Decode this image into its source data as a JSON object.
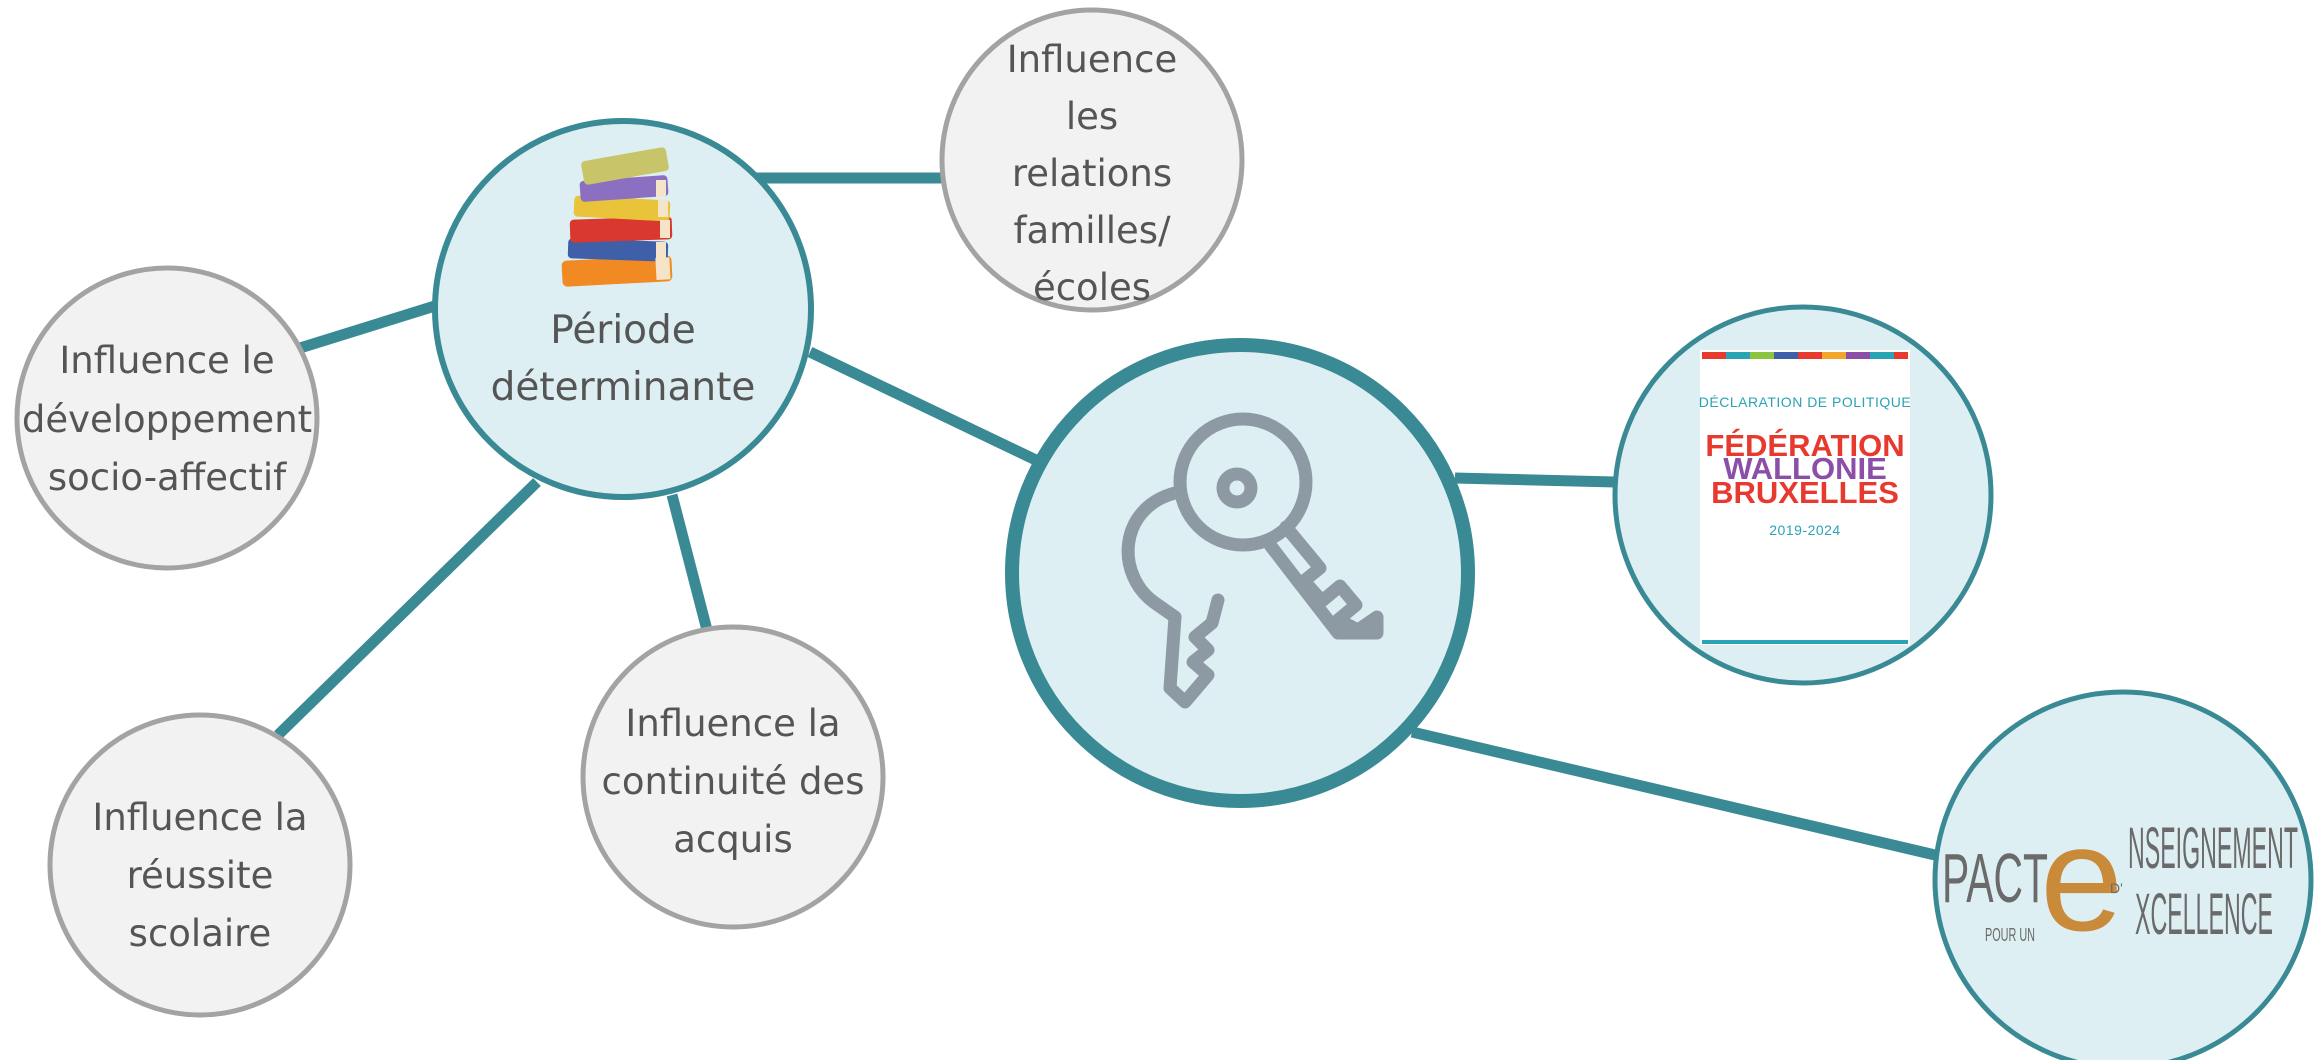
{
  "colors": {
    "teal": "#3a8a96",
    "central_fill": "#ddeff2",
    "grey_border": "#a3a3a3",
    "grey_fill": "#f2f2f2",
    "text": "#555555",
    "key_icon": "#8e9aa3"
  },
  "nodes": {
    "central": {
      "label_1": "Période",
      "label_2": "déterminante",
      "icon": "books-stack-icon"
    },
    "key": {
      "icon": "keys-icon"
    },
    "relations": {
      "line_1": "Influence",
      "line_2": "les",
      "line_3": "relations",
      "line_4": "familles/",
      "line_5": "écoles"
    },
    "socio": {
      "line_1": "Influence le",
      "line_2": "développement",
      "line_3": "socio-affectif"
    },
    "reussite": {
      "line_1": "Influence la",
      "line_2": "réussite",
      "line_3": "scolaire"
    },
    "continuite": {
      "line_1": "Influence la",
      "line_2": "continuité des",
      "line_3": "acquis"
    },
    "declaration": {
      "heading": "DÉCLARATION DE POLITIQUE",
      "line_1": "FÉDÉRATION",
      "line_2": "WALLONIE",
      "line_3": "BRUXELLES",
      "years": "2019-2024"
    },
    "pact": {
      "word_1": "PACT",
      "sub_1": "POUR UN",
      "e_letter": "e",
      "apostrophe": "D'",
      "word_2": "NSEIGNEMENT",
      "word_3": "XCELLENCE"
    }
  }
}
